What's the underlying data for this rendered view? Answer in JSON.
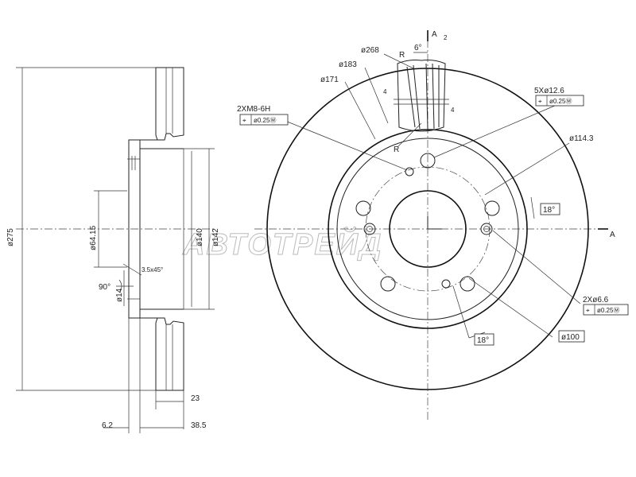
{
  "side_view": {
    "dim_overall_dia": "ø275",
    "dim_hub_bore": "ø64.15",
    "dim_hat_140": "ø140",
    "dim_hat_142": "ø142",
    "dim_chamfer": "3.5x45°",
    "dim_angle": "90°",
    "dim_ring14": "ø14",
    "dim_thickness": "23",
    "dim_offset": "38.5",
    "dim_hat_thk": "6.2"
  },
  "front_view": {
    "dim_268": "ø268",
    "dim_183": "ø183",
    "dim_171": "ø171",
    "dim_vane_angle": "6°",
    "vane_r_top": "R",
    "vane_r_bottom": "R",
    "vane_dim_4_left": "4",
    "vane_dim_4_right": "4",
    "section_mark_top": "A",
    "section_mark_sub": "2",
    "section_mark_right": "A",
    "thread_holes": "2XM8-6H",
    "thread_tol_symbol": "⌖",
    "thread_tol_value": "ø0.25Ⓜ",
    "bolt_holes": "5Xø12.6",
    "bolt_tol_symbol": "⌖",
    "bolt_tol_value": "ø0.25Ⓜ",
    "pcd": "ø114.3",
    "angle_upper": "18°",
    "pin_holes": "2Xø6.6",
    "pin_tol_symbol": "⌖",
    "pin_tol_value": "ø0.25Ⓜ",
    "angle_lower": "18°",
    "dim_100": "ø100"
  },
  "watermark": "АВТОТРЕЙД"
}
